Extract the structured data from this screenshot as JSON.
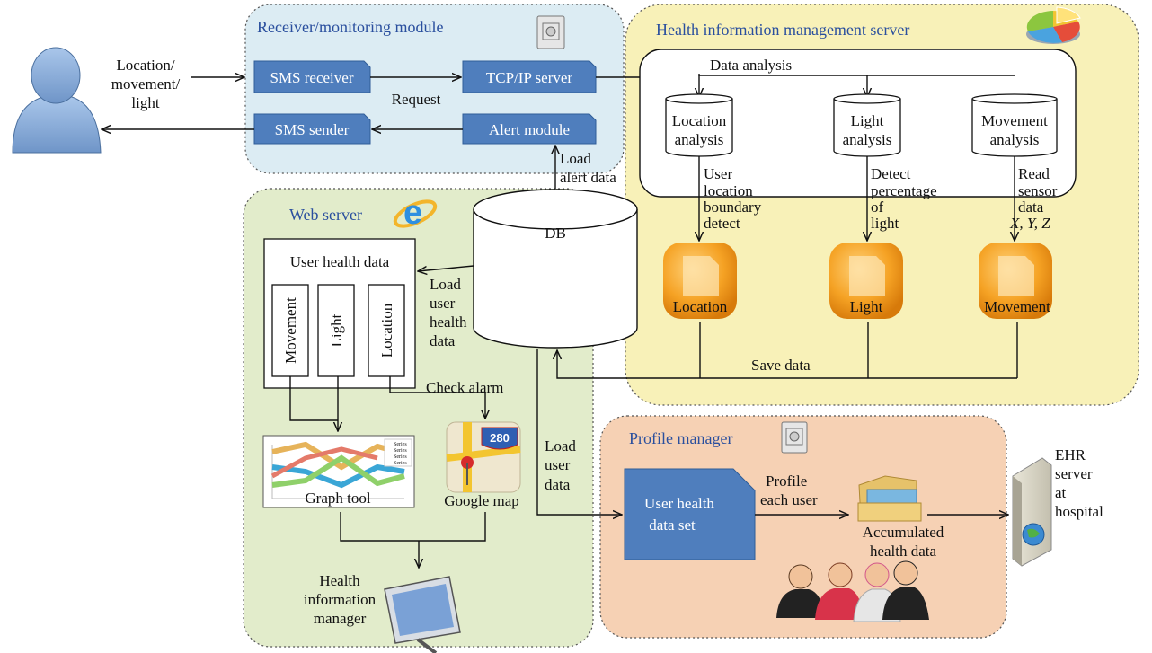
{
  "regions": {
    "receiver": {
      "title": "Receiver/monitoring module"
    },
    "health_server": {
      "title": "Health information management server"
    },
    "web_server": {
      "title": "Web server"
    },
    "profile": {
      "title": "Profile manager"
    }
  },
  "user": {
    "input_label": [
      "Location/",
      "movement/",
      "light"
    ]
  },
  "receiver": {
    "sms_receiver": "SMS receiver",
    "tcp_server": "TCP/IP server",
    "sms_sender": "SMS sender",
    "alert_module": "Alert module",
    "request_label": "Request"
  },
  "health_server": {
    "data_analysis": "Data analysis",
    "analyses": [
      {
        "label": [
          "Location",
          "analysis"
        ],
        "note": [
          "User",
          "location",
          "boundary",
          "detect"
        ],
        "folder": "Location"
      },
      {
        "label": [
          "Light",
          "analysis"
        ],
        "note": [
          "Detect",
          "percentage",
          "of",
          "light"
        ],
        "folder": "Light"
      },
      {
        "label": [
          "Movement",
          "analysis"
        ],
        "note": [
          "Read",
          "sensor",
          "data",
          "X, Y, Z"
        ],
        "folder": "Movement"
      }
    ],
    "save_data": "Save data"
  },
  "db": {
    "label": "DB",
    "load_alert": [
      "Load",
      "alert data"
    ],
    "load_health": [
      "Load",
      "user",
      "health",
      "data"
    ],
    "load_user": [
      "Load",
      "user",
      "data"
    ]
  },
  "web_server": {
    "user_health_data": "User health data",
    "columns": [
      "Movement",
      "Light",
      "Location"
    ],
    "check_alarm": "Check alarm",
    "graph_tool": "Graph tool",
    "google_map": "Google map",
    "map_shield": "280",
    "chart_legend": [
      "Series",
      "Series",
      "Series",
      "Series"
    ],
    "him_label": [
      "Health",
      "information",
      "manager"
    ]
  },
  "profile": {
    "dataset": [
      "User health",
      "data set"
    ],
    "profile_each": [
      "Profile",
      "each user"
    ],
    "accumulated": [
      "Accumulated",
      "health data"
    ]
  },
  "ehr": {
    "label": [
      "EHR",
      "server",
      "at",
      "hospital"
    ]
  },
  "colors": {
    "receiver_bg": "#dcecf3",
    "health_bg": "#f8f1b8",
    "web_bg": "#e2eccb",
    "profile_bg": "#f6d1b4",
    "box_blue": "#4f7ebd",
    "title_blue": "#2a4f9e"
  }
}
